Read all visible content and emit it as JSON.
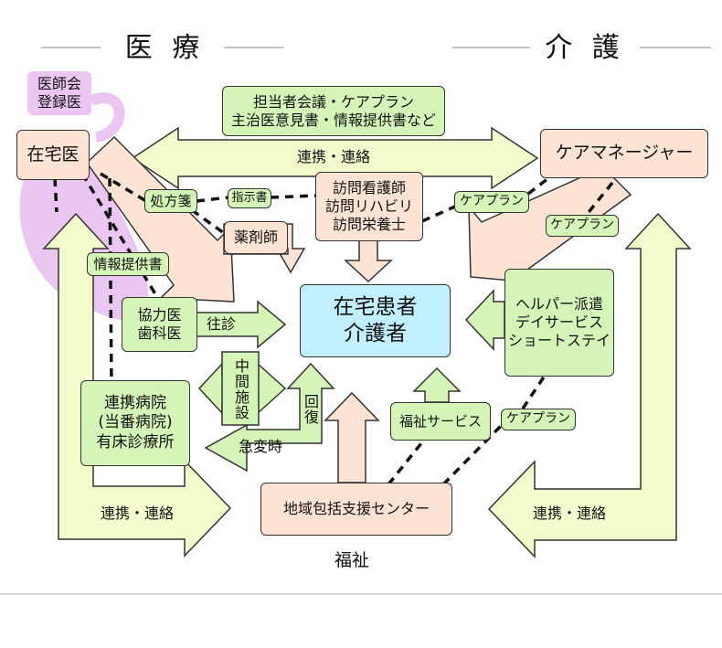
{
  "sections": {
    "medical": "医 療",
    "care": "介 護",
    "welfare": "福祉"
  },
  "nodes": {
    "registered_doctor": "医師会\n登録医",
    "home_doctor": "在宅医",
    "care_manager": "ケアマネージャー",
    "patient": "在宅患者\n介護者",
    "visiting": "訪問看護師\n訪問リハビリ\n訪問栄養士",
    "pharmacist": "薬剤師",
    "cooperating": "協力医\n歯科医",
    "hospital": "連携病院\n(当番病院)\n有床診療所",
    "helper": "ヘルパー派遣\nデイサービス\nショートステイ",
    "center": "地域包括支援センター",
    "meeting": "担当者会議・ケアプラン\n主治医意見書・情報提供書など"
  },
  "labels": {
    "link_top": "連携・連絡",
    "link_bottom_left": "連携・連絡",
    "link_bottom_right": "連携・連絡",
    "prescription": "処方箋",
    "instruction": "指示書",
    "info_provision": "情報提供書",
    "care_plan_1": "ケアプラン",
    "care_plan_2": "ケアプラン",
    "care_plan_3": "ケアプラン",
    "home_visit": "往診",
    "intermediate": "中間施設",
    "recovery": "回復",
    "emergency": "急変時",
    "welfare_service": "福祉サービス"
  },
  "colors": {
    "green": "#d5f5b8",
    "yellow_green": "#f3fbcc",
    "peach": "#fde3d3",
    "blue": "#c2efff",
    "pink": "#ecc6f3"
  }
}
